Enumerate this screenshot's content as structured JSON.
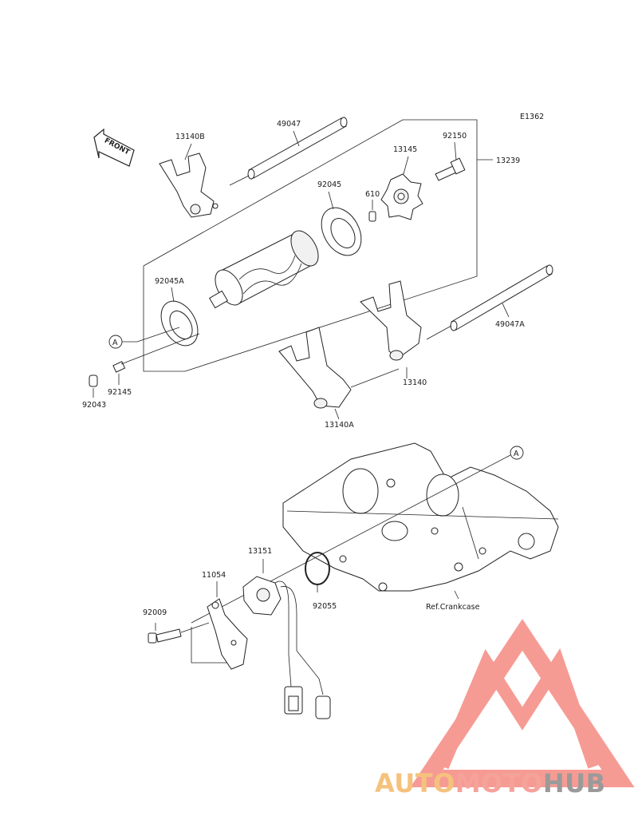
{
  "diagram_code": "E1362",
  "front_arrow": "FRONT",
  "callout_ref": "A",
  "parts": [
    {
      "id": "label-13140B",
      "text": "13140B"
    },
    {
      "id": "label-49047",
      "text": "49047"
    },
    {
      "id": "label-92150",
      "text": "92150"
    },
    {
      "id": "label-13145",
      "text": "13145"
    },
    {
      "id": "label-13239",
      "text": "13239"
    },
    {
      "id": "label-92045",
      "text": "92045"
    },
    {
      "id": "label-610",
      "text": "610"
    },
    {
      "id": "label-92045A",
      "text": "92045A"
    },
    {
      "id": "label-49047A",
      "text": "49047A"
    },
    {
      "id": "label-13140",
      "text": "13140"
    },
    {
      "id": "label-13140A",
      "text": "13140A"
    },
    {
      "id": "label-92145",
      "text": "92145"
    },
    {
      "id": "label-92043",
      "text": "92043"
    },
    {
      "id": "label-13151",
      "text": "13151"
    },
    {
      "id": "label-11054",
      "text": "11054"
    },
    {
      "id": "label-92009",
      "text": "92009"
    },
    {
      "id": "label-92055",
      "text": "92055"
    },
    {
      "id": "label-ref-crankcase",
      "text": "Ref.Crankcase"
    }
  ],
  "watermark": {
    "part1": "AUTO",
    "part2": "MOTO",
    "part3": "HUB"
  }
}
